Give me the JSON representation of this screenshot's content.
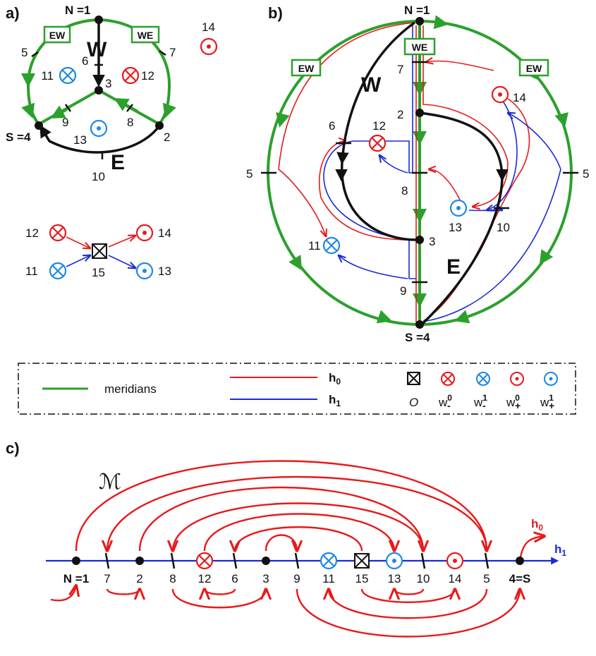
{
  "panels": {
    "a": "a)",
    "b": "b)",
    "c": "c)"
  },
  "poles": {
    "north": "N =1",
    "south": "S =4",
    "south_c": "4=S",
    "north_c": "N =1"
  },
  "regions": {
    "west": "W",
    "east": "E"
  },
  "boxes": {
    "ew": "EW",
    "we": "WE"
  },
  "nodes_a": [
    "5",
    "6",
    "7",
    "3",
    "9",
    "8",
    "2",
    "10",
    "11",
    "12",
    "13",
    "14"
  ],
  "cross_labels": [
    "12",
    "14",
    "11",
    "15",
    "13"
  ],
  "nodes_b": [
    "7",
    "2",
    "6",
    "12",
    "14",
    "5",
    "8",
    "13",
    "10",
    "11",
    "3",
    "9",
    "5"
  ],
  "legend": {
    "meridians": "meridians",
    "h0": "h",
    "h0_sub": "0",
    "h1": "h",
    "h1_sub": "1",
    "origin": "O",
    "w_labels": [
      {
        "base": "w",
        "sup": "0",
        "sub": "-"
      },
      {
        "base": "w",
        "sup": "1",
        "sub": "-"
      },
      {
        "base": "w",
        "sup": "0",
        "sub": "+"
      },
      {
        "base": "w",
        "sup": "1",
        "sub": "+"
      }
    ]
  },
  "sequence": [
    "N =1",
    "7",
    "2",
    "8",
    "12",
    "6",
    "3",
    "9",
    "11",
    "15",
    "13",
    "10",
    "14",
    "5",
    "4=S"
  ],
  "script_m": "ℳ",
  "colors": {
    "green": "#2ca02c",
    "red": "#e8191b",
    "blue": "#1a2bd6",
    "lightblue": "#1e88e5"
  }
}
